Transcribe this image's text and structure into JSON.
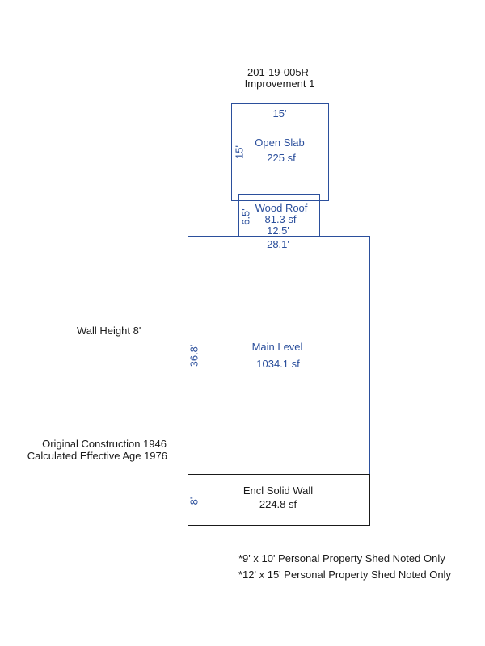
{
  "header": {
    "parcel_id": "201-19-005R",
    "improvement": "Improvement 1"
  },
  "open_slab": {
    "width_label": "15'",
    "depth_label": "15'",
    "name": "Open Slab",
    "area": "225 sf"
  },
  "wood_roof": {
    "name": "Wood Roof",
    "area": "81.3 sf",
    "width_label": "12.5'",
    "depth_label": "6.5'"
  },
  "main_level": {
    "width_label": "28.1'",
    "depth_label": "36.8'",
    "name": "Main Level",
    "area": "1034.1 sf"
  },
  "encl_wall": {
    "name": "Encl Solid Wall",
    "area": "224.8 sf",
    "depth_label": "8'"
  },
  "notes": {
    "wall_height": "Wall Height 8'",
    "original_construction": "Original Construction 1946",
    "effective_age": "Calculated Effective Age 1976",
    "shed_1": "*9' x 10' Personal Property Shed Noted Only",
    "shed_2": "*12' x 15' Personal Property Shed Noted Only"
  },
  "colors": {
    "outline_blue": "#2b4f9c",
    "outline_black": "#1a1a1a",
    "text_dark": "#1a1a1a"
  }
}
